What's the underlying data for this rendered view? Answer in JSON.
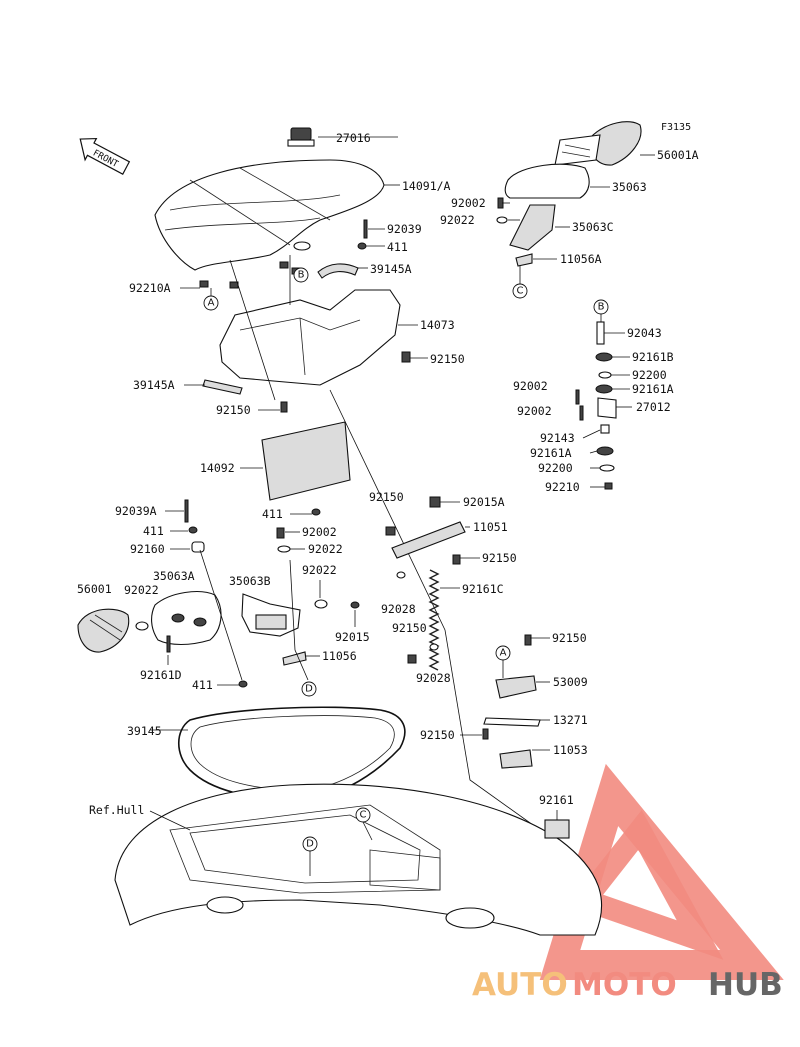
{
  "figure_code": "F3135",
  "front_arrow_text": "FRONT",
  "reference_note": "Ref.Hull",
  "watermark": {
    "text_auto": "AUTO",
    "text_moto": "MOTO",
    "text_hub": "HUB",
    "color_auto": "#f5c07a",
    "color_moto": "#f28b80",
    "color_hub": "#666666",
    "logo_color": "#f28b80"
  },
  "circle_markers": {
    "A": "A",
    "B": "B",
    "C": "C",
    "D": "D"
  },
  "labels": {
    "p27016": "27016",
    "p14091A": "14091/A",
    "p92039": "92039",
    "p411a": "411",
    "p39145A": "39145A",
    "p92210A": "92210A",
    "p14073": "14073",
    "p92150a": "92150",
    "p39145Aa": "39145A",
    "p92150b": "92150",
    "p14092": "14092",
    "p411b": "411",
    "p92002a": "92002",
    "p92022a": "92022",
    "p92039A": "92039A",
    "p411c": "411",
    "p92160": "92160",
    "p56001": "56001",
    "p92022b": "92022",
    "p35063A": "35063A",
    "p35063B": "35063B",
    "p92022c": "92022",
    "p92015": "92015",
    "p11056": "11056",
    "p92161D": "92161D",
    "p411d": "411",
    "p92150c": "92150",
    "p92015A": "92015A",
    "p11051": "11051",
    "p92150d": "92150",
    "p92161C": "92161C",
    "p92028a": "92028",
    "p92150e": "92150",
    "p92028b": "92028",
    "p92150f": "92150",
    "p53009": "53009",
    "p13271": "13271",
    "p92150g": "92150",
    "p11053": "11053",
    "p39145": "39145",
    "p92161": "92161",
    "p56001A": "56001A",
    "p35063": "35063",
    "p92002b": "92002",
    "p92022d": "92022",
    "p35063C": "35063C",
    "p11056A": "11056A",
    "p92043": "92043",
    "p92161B": "92161B",
    "p92200a": "92200",
    "p92002c": "92002",
    "p92161A": "92161A",
    "p92002d": "92002",
    "p27012": "27012",
    "p92143": "92143",
    "p92161Aa": "92161A",
    "p92200b": "92200",
    "p92210": "92210"
  }
}
